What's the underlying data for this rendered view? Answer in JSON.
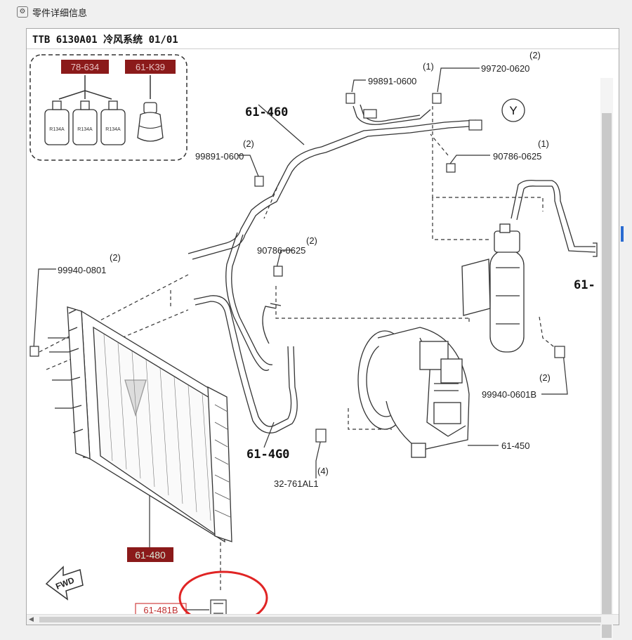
{
  "window": {
    "title": "零件详细信息",
    "icon": "gear-icon"
  },
  "header": {
    "text": "TTB 6130A01 冷风系统 01/01"
  },
  "diagram": {
    "kit_labels": {
      "oil": "78-634",
      "cap": "61-K39"
    },
    "bottle_text": "R134A",
    "callouts": {
      "c1_qty": "(1)",
      "c1_part": "99891-0600",
      "c2_qty": "(2)",
      "c2_part": "99720-0620",
      "c3_qty": "(2)",
      "c3_part": "99891-0600",
      "c4_qty": "(1)",
      "c4_part": "90786-0625",
      "c5_qty": "(2)",
      "c5_part": "90786-0625",
      "c6_qty": "(2)",
      "c6_part": "99940-0801",
      "c7_qty": "(2)",
      "c7_part": "99940-0601B",
      "c8_part": "61-450",
      "c9_qty": "(4)",
      "c9_part": "32-761AL1"
    },
    "part_labels": {
      "top_hose": "61-460",
      "lower_hose": "61-4G0",
      "right_cut": "61-",
      "condenser": "61-480",
      "bracket": "61-481B"
    },
    "view_marker": "Y",
    "fwd_label": "FWD"
  },
  "colors": {
    "highlight_red": "#8b1a1a",
    "circle_red": "#e02424"
  }
}
